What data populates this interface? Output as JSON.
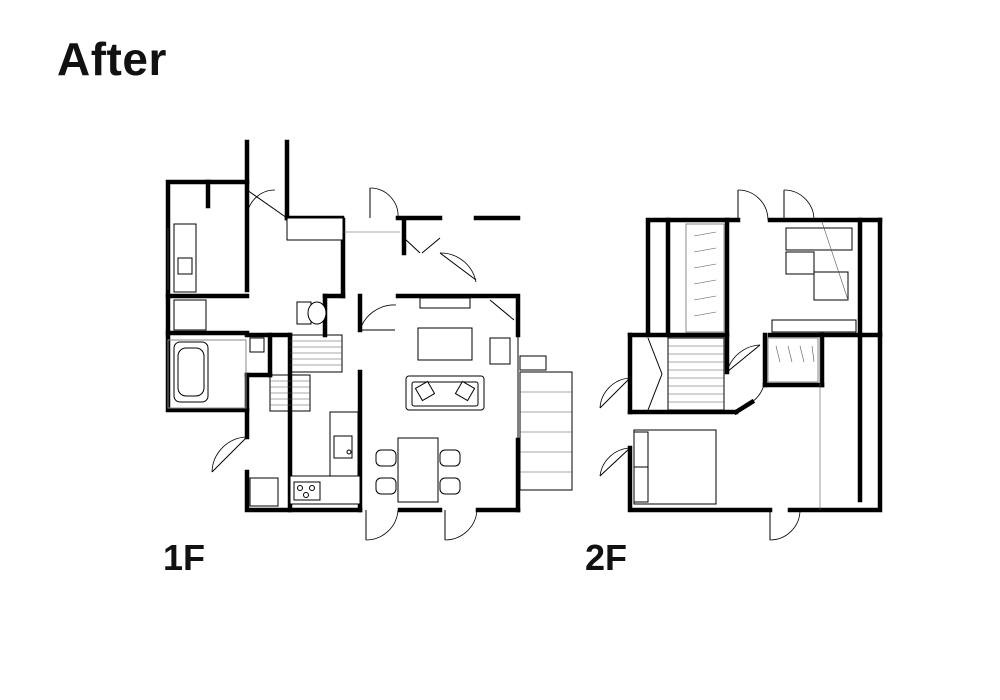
{
  "header": {
    "title": "After"
  },
  "floors": [
    {
      "id": "1f",
      "label": "1F"
    },
    {
      "id": "2f",
      "label": "2F"
    }
  ],
  "colors": {
    "wall": "#000000",
    "background": "#ffffff",
    "fixture_line": "#888888"
  }
}
